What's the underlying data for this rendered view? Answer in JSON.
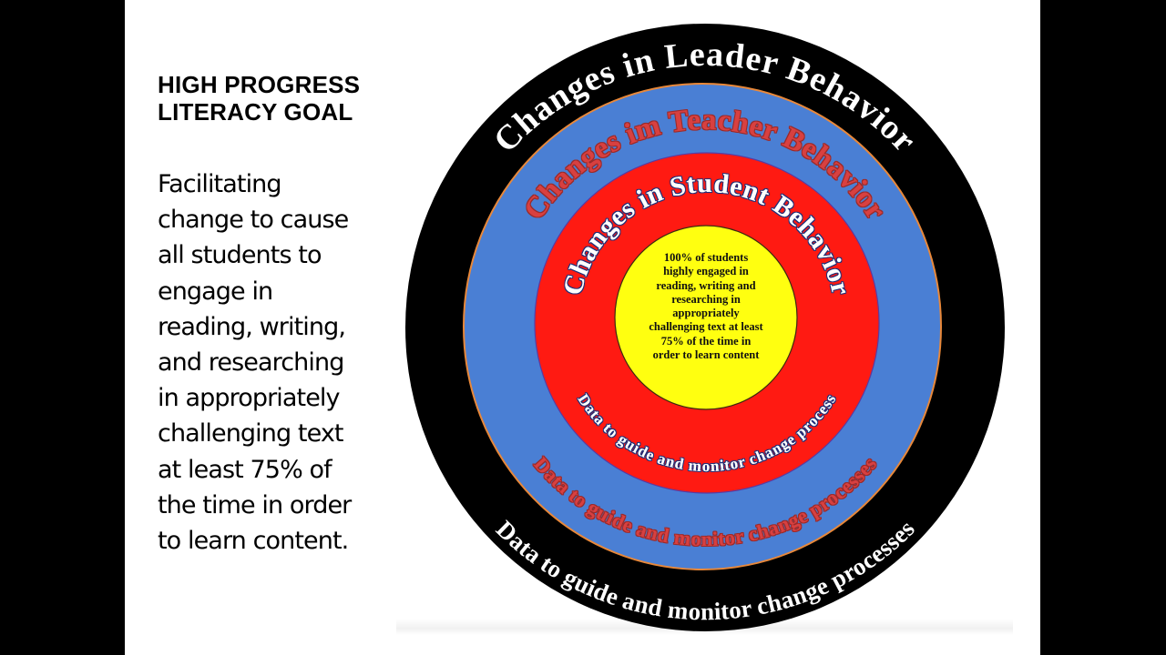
{
  "slide": {
    "title": "HIGH PROGRESS\nLITERACY GOAL",
    "body": "Facilitating\nchange to cause\nall students to\nengage in\nreading, writing,\nand researching\nin appropriately\nchallenging text\nat least 75% of\nthe time in order\nto learn content."
  },
  "diagram": {
    "type": "concentric-target",
    "rings": [
      {
        "name": "leader",
        "fill": "#000000",
        "top_label": "Changes in Leader Behavior",
        "bottom_label": "Data to guide and monitor change processes",
        "label_color": "#ffffff"
      },
      {
        "name": "teacher",
        "fill": "#4a7fd4",
        "border": "#e8883a",
        "top_label": "Changes im Teacher Behavior",
        "bottom_label": "Data to guide and monitor change processes",
        "label_color": "#d84040"
      },
      {
        "name": "student",
        "fill": "#ff1a12",
        "top_label": "Changes in Student Behavior",
        "bottom_label": "Data to guide and monitor change process",
        "label_color": "#ffffff"
      },
      {
        "name": "center",
        "fill": "#ffff10",
        "text": "100% of students\nhighly engaged in\nreading, writing and\nresearching in\nappropriately\nchallenging text at least\n75% of the time in\norder to learn content"
      }
    ]
  }
}
